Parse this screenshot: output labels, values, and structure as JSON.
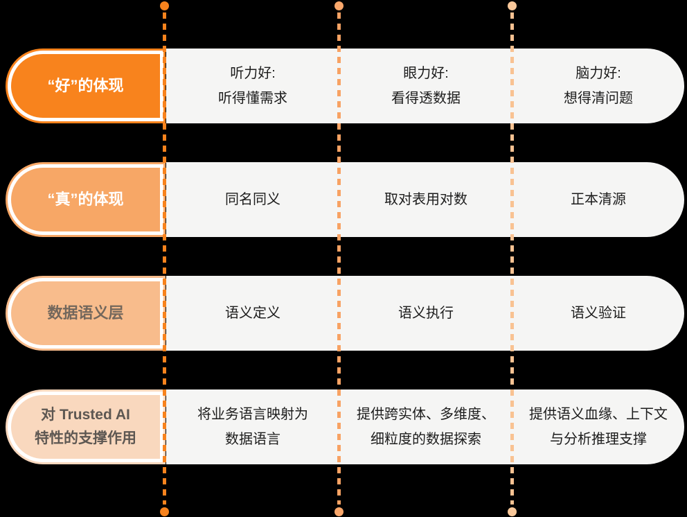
{
  "palette": {
    "background": "#000000",
    "row_background": "#F5F5F4",
    "content_text": "#1C1C1C",
    "label_text_light": "#FFFFFF",
    "label_text_dark": "#73675C",
    "orange_level_1": "#F8831D",
    "orange_level_2": "#F7A766",
    "orange_level_3": "#F8BC8C",
    "orange_level_4": "#F9D8BE",
    "guide_line_1": "#F8831D",
    "guide_line_2": "#F8A263",
    "guide_line_3": "#F9C292"
  },
  "rows": [
    {
      "label": {
        "lines": [
          "“好”的体现"
        ]
      },
      "cells": [
        {
          "lines": [
            "听力好:",
            "听得懂需求"
          ]
        },
        {
          "lines": [
            "眼力好:",
            "看得透数据"
          ]
        },
        {
          "lines": [
            "脑力好:",
            "想得清问题"
          ]
        }
      ]
    },
    {
      "label": {
        "lines": [
          "“真”的体现"
        ]
      },
      "cells": [
        {
          "lines": [
            "同名同义"
          ]
        },
        {
          "lines": [
            "取对表用对数"
          ]
        },
        {
          "lines": [
            "正本清源"
          ]
        }
      ]
    },
    {
      "label": {
        "lines": [
          "数据语义层"
        ]
      },
      "cells": [
        {
          "lines": [
            "语义定义"
          ]
        },
        {
          "lines": [
            "语义执行"
          ]
        },
        {
          "lines": [
            "语义验证"
          ]
        }
      ]
    },
    {
      "label": {
        "lines": [
          "对 Trusted AI",
          "特性的支撑作用"
        ]
      },
      "cells": [
        {
          "lines": [
            "将业务语言映射为",
            "数据语言"
          ]
        },
        {
          "lines": [
            "提供跨实体、多维度、",
            "细粒度的数据探索"
          ]
        },
        {
          "lines": [
            "提供语义血缘、上下文",
            "与分析推理支撑"
          ]
        }
      ]
    }
  ]
}
